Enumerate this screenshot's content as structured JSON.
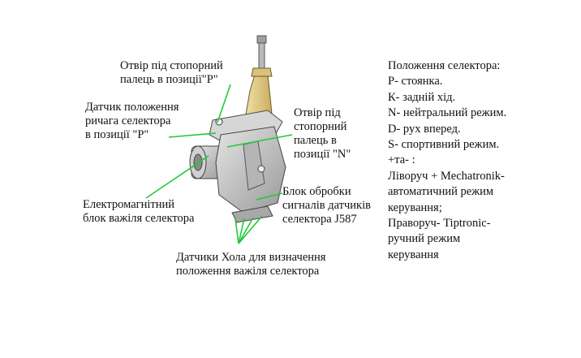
{
  "labels": {
    "hole_p": [
      "Отвір під стопорний",
      "палець в позиції\"P\""
    ],
    "sensor_p": [
      "Датчик положення",
      "ричага селектора",
      "в позиції  \"P\""
    ],
    "hole_n": [
      "Отвір під",
      "стопорний",
      "палець в",
      "позиції \"N\""
    ],
    "magnet_block": [
      "Електромагнітний",
      "блок важіля селектора"
    ],
    "processing_block": [
      "Блок обробки",
      "сигналів датчиків",
      "селектора J587"
    ],
    "hall_sensors": [
      "Датчики Хола для визначення",
      "положення важіля селектора"
    ]
  },
  "legend": {
    "lines": [
      "Положення селектора:",
      "Р- стоянка.",
      "К- задній хід.",
      "N- нейтральний режим.",
      "D- рух вперед.",
      "S- спортивний режим.",
      "+та- :",
      "Ліворуч + Mechatronik-",
      "автоматичний режим",
      "керування;",
      "Праворуч- Tiptronic-",
      "ручний режим",
      "керування"
    ]
  },
  "colors": {
    "leader_line": "#22c83a",
    "lever": "#e8cf86",
    "housing": "#c9c9c9",
    "outline": "#4a4a4a"
  }
}
